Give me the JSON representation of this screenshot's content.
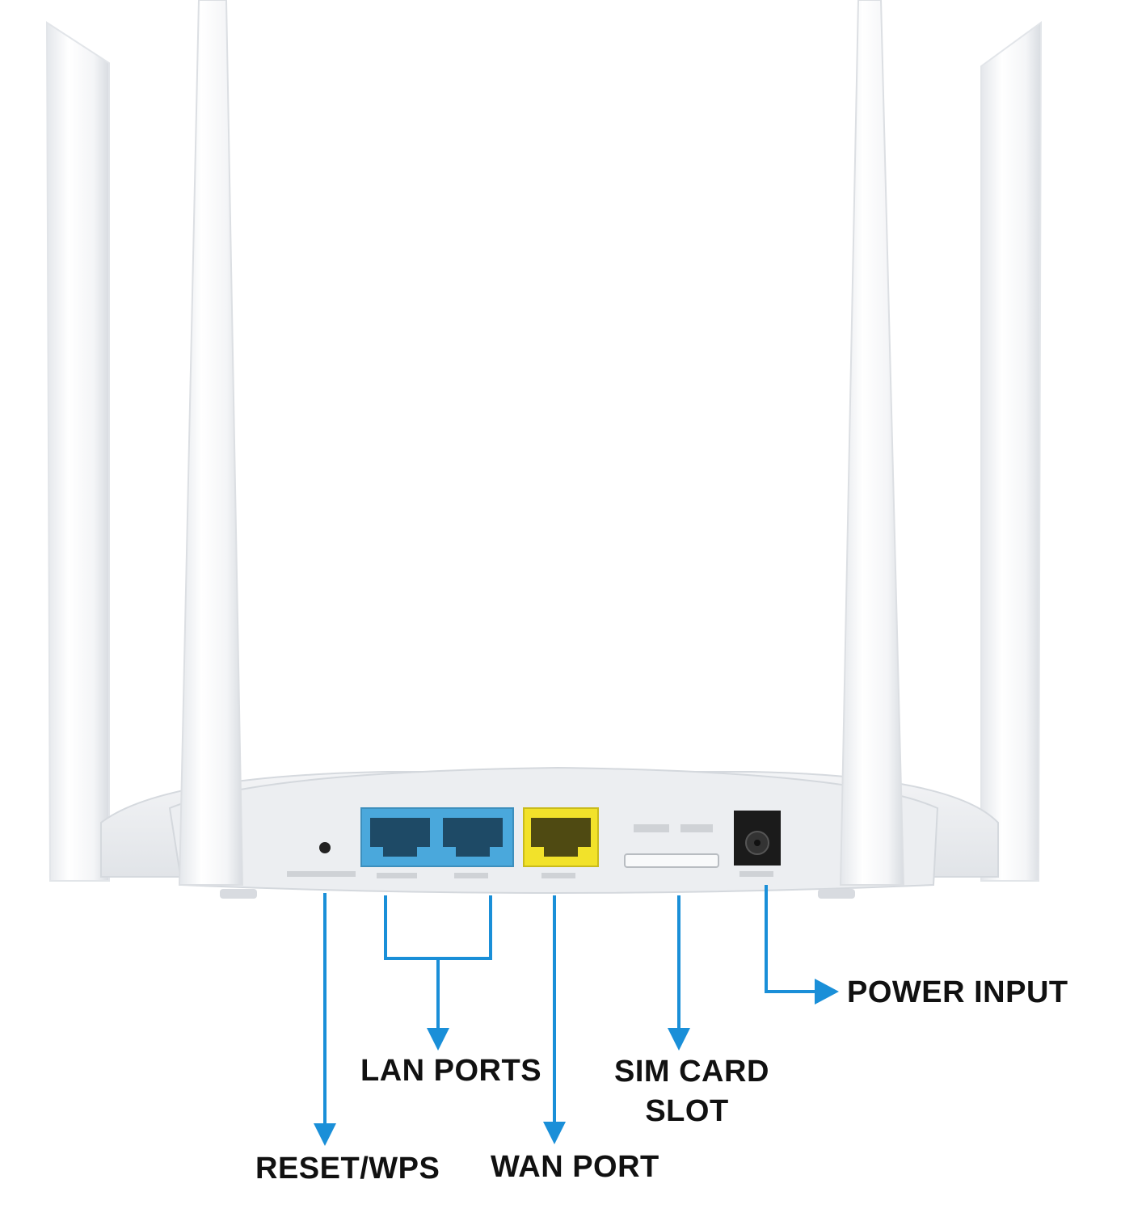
{
  "colors": {
    "arrow": "#1a8fd8",
    "lan_port": "#4aa8dc",
    "wan_port": "#f2e22a",
    "body": "#eceef1",
    "antenna": "#f7f8fa"
  },
  "labels": {
    "reset_wps": "RESET/WPS",
    "lan_ports": "LAN PORTS",
    "wan_port": "WAN PORT",
    "sim_card_line1": "SIM CARD",
    "sim_card_line2": "SLOT",
    "power_input": "POWER INPUT"
  }
}
